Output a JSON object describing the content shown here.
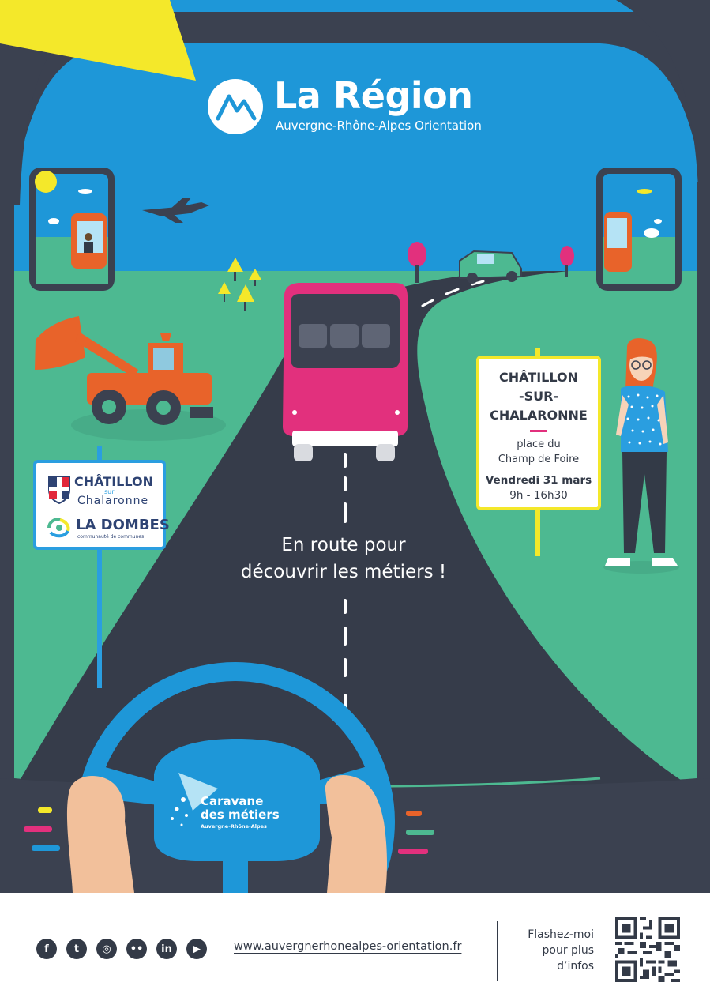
{
  "brand": {
    "title": "La Région",
    "subtitle_strong": "Auvergne-Rhône-Alpes",
    "subtitle_light": "Orientation",
    "icon": "mountain-logo-icon"
  },
  "event_sign": {
    "city_line1": "CHÂTILLON",
    "city_line2": "-SUR-",
    "city_line3": "CHALARONNE",
    "venue_line1": "place du",
    "venue_line2": "Champ de Foire",
    "date": "Vendredi 31 mars",
    "time": "9h - 16h30"
  },
  "partner_sign": {
    "chatillon_main": "CHÂTILLON",
    "chatillon_sur": "sur",
    "chatillon_sub": "Chalaronne",
    "dombes_main": "LA DOMBES",
    "dombes_sub": "communauté de communes"
  },
  "tagline": {
    "line1": "En route pour",
    "line2": "découvrir les métiers !"
  },
  "caravane": {
    "line1": "Caravane",
    "line2": "des métiers",
    "sub": "Auvergne-Rhône-Alpes"
  },
  "footer": {
    "social_icons": [
      "facebook-icon",
      "twitter-icon",
      "instagram-icon",
      "flickr-icon",
      "linkedin-icon",
      "youtube-icon"
    ],
    "social_glyphs": [
      "f",
      "t",
      "◎",
      "••",
      "in",
      "▶"
    ],
    "url": "www.auvergnerhonealpes-orientation.fr",
    "qr_line1": "Flashez-moi",
    "qr_line2": "pour plus",
    "qr_line3": "d’infos"
  },
  "colors": {
    "sky": "#1e97d8",
    "grass": "#4db991",
    "road": "#363c4a",
    "frame": "#3b4150",
    "bus": "#e2307d",
    "accent_yellow": "#f4e82a",
    "wheel": "#1e97d8"
  }
}
